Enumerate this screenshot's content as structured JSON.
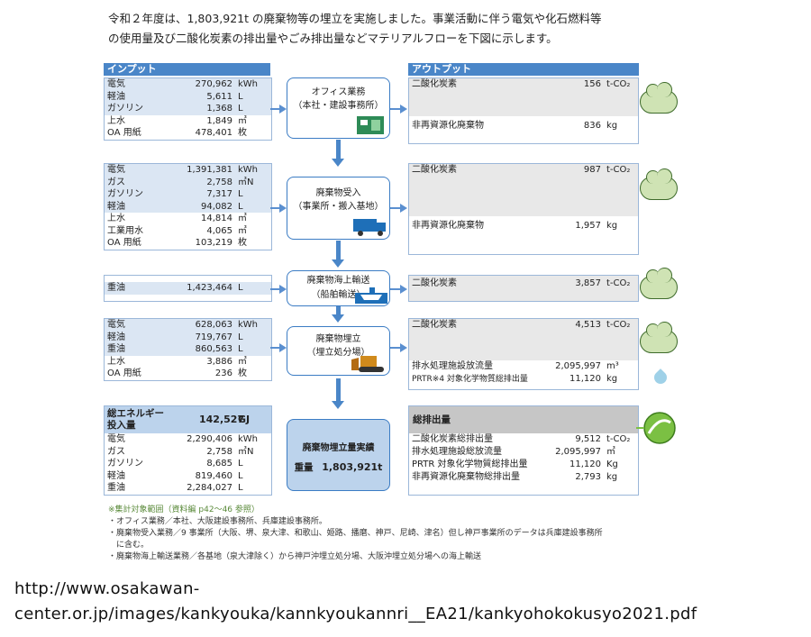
{
  "intro": [
    "令和２年度は、1,803,921t の廃棄物等の埋立を実施しました。事業活動に伴う電気や化石燃料等",
    "の使用量及び二酸化炭素の排出量やごみ排出量などマテリアルフローを下図に示します。"
  ],
  "input_header": "インプット",
  "output_header": "アウトプット",
  "inputs": [
    {
      "rows": [
        {
          "k": "電気",
          "v": "270,962",
          "u": "kWh"
        },
        {
          "k": "軽油",
          "v": "5,611",
          "u": "L"
        },
        {
          "k": "ガソリン",
          "v": "1,368",
          "u": "L"
        },
        {
          "k": "上水",
          "v": "1,849",
          "u": "㎥"
        },
        {
          "k": "OA 用紙",
          "v": "478,401",
          "u": "枚"
        }
      ]
    },
    {
      "rows": [
        {
          "k": "電気",
          "v": "1,391,381",
          "u": "kWh"
        },
        {
          "k": "ガス",
          "v": "2,758",
          "u": "㎥N"
        },
        {
          "k": "ガソリン",
          "v": "7,317",
          "u": "L"
        },
        {
          "k": "軽油",
          "v": "94,082",
          "u": "L"
        },
        {
          "k": "上水",
          "v": "14,814",
          "u": "㎥"
        },
        {
          "k": "工業用水",
          "v": "4,065",
          "u": "㎥"
        },
        {
          "k": "OA 用紙",
          "v": "103,219",
          "u": "枚"
        }
      ]
    },
    {
      "rows": [
        {
          "k": "重油",
          "v": "1,423,464",
          "u": "L"
        }
      ]
    },
    {
      "rows": [
        {
          "k": "電気",
          "v": "628,063",
          "u": "kWh"
        },
        {
          "k": "軽油",
          "v": "719,767",
          "u": "L"
        },
        {
          "k": "重油",
          "v": "860,563",
          "u": "L"
        },
        {
          "k": "上水",
          "v": "3,886",
          "u": "㎥"
        },
        {
          "k": "OA 用紙",
          "v": "236",
          "u": "枚"
        }
      ]
    }
  ],
  "total_input": {
    "label1": "総エネルギー",
    "label2": "投入量",
    "value": "142,527",
    "unit": "GJ",
    "rows": [
      {
        "k": "電気",
        "v": "2,290,406",
        "u": "kWh"
      },
      {
        "k": "ガス",
        "v": "2,758",
        "u": "㎥N"
      },
      {
        "k": "ガソリン",
        "v": "8,685",
        "u": "L"
      },
      {
        "k": "軽油",
        "v": "819,460",
        "u": "L"
      },
      {
        "k": "重油",
        "v": "2,284,027",
        "u": "L"
      }
    ]
  },
  "processes": [
    {
      "line1": "オフィス業務",
      "line2": "（本社・建設事務所）"
    },
    {
      "line1": "廃棄物受入",
      "line2": "（事業所・搬入基地）"
    },
    {
      "line1": "廃棄物海上輸送",
      "line2": "（船舶輸送）"
    },
    {
      "line1": "廃棄物埋立",
      "line2": "（埋立処分場）"
    }
  ],
  "total_process": {
    "title": "廃棄物埋立量実績",
    "label": "重量",
    "value": "1,803,921t"
  },
  "outputs": [
    [
      {
        "k": "二酸化炭素",
        "v": "156",
        "u": "t-CO₂"
      },
      {
        "k": "非再資源化廃棄物",
        "v": "836",
        "u": "kg"
      }
    ],
    [
      {
        "k": "二酸化炭素",
        "v": "987",
        "u": "t-CO₂"
      },
      {
        "k": "非再資源化廃棄物",
        "v": "1,957",
        "u": "kg"
      }
    ],
    [
      {
        "k": "二酸化炭素",
        "v": "3,857",
        "u": "t-CO₂"
      }
    ],
    [
      {
        "k": "二酸化炭素",
        "v": "4,513",
        "u": "t-CO₂"
      },
      {
        "k": "排水処理施設放流量",
        "v": "2,095,997",
        "u": "m³"
      },
      {
        "k": "PRTR※4 対象化学物質総排出量",
        "v": "11,120",
        "u": "kg"
      }
    ]
  ],
  "total_output": {
    "header": "総排出量",
    "rows": [
      {
        "k": "二酸化炭素総排出量",
        "v": "9,512",
        "u": "t-CO₂"
      },
      {
        "k": "排水処理施設総放流量",
        "v": "2,095,997",
        "u": "㎥"
      },
      {
        "k": "PRTR 対象化学物質総排出量",
        "v": "11,120",
        "u": "Kg"
      },
      {
        "k": "非再資源化廃棄物総排出量",
        "v": "2,793",
        "u": "kg"
      }
    ]
  },
  "notes": [
    "※集計対象範囲（資料編 p42〜46 参照）",
    "・オフィス業務／本社、大阪建設事務所、兵庫建設事務所。",
    "・廃棄物受入業務／9 事業所（大阪、堺、泉大津、和歌山、姫路、播磨、神戸、尼崎、津名）但し神戸事業所のデータは兵庫建設事務所",
    "　に含む。",
    "・廃棄物海上輸送業務／各基地（泉大津除く）から神戸沖埋立処分場、大阪沖埋立処分場への海上輸送"
  ],
  "url_lines": [
    "http://www.osakawan-",
    "center.or.jp/images/kankyouka/kannkyoukannri__EA21/kankyohokokusyo2021.pdf"
  ]
}
